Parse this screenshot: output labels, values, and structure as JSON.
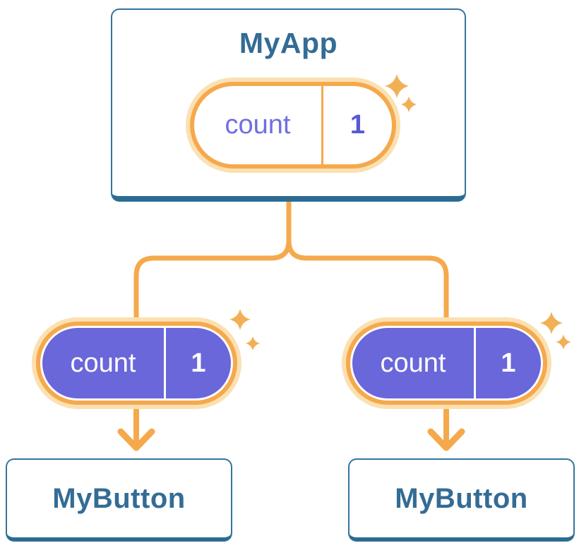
{
  "colors": {
    "orange": "#F5A94C",
    "orange-glow": "#FBE0B2",
    "sparkle": "#F2B056",
    "purple": "#6A67DB",
    "purple-text": "#6F6FE0",
    "purple-value": "#5658D6",
    "card-border": "#35749D",
    "card-border-bottom": "#2C6B93",
    "blue-text": "#336C95"
  },
  "root": {
    "title": "MyApp",
    "state": {
      "name": "count",
      "value": "1"
    }
  },
  "children": [
    {
      "title": "MyButton",
      "state": {
        "name": "count",
        "value": "1"
      }
    },
    {
      "title": "MyButton",
      "state": {
        "name": "count",
        "value": "1"
      }
    }
  ]
}
